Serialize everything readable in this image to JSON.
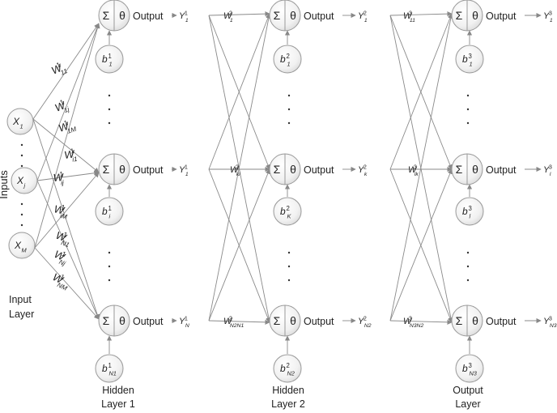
{
  "side": {
    "inputs": "Inputs",
    "input_layer": [
      "Input",
      "Layer"
    ]
  },
  "layers": [
    {
      "caption": [
        "Hidden",
        "Layer 1"
      ]
    },
    {
      "caption": [
        "Hidden",
        "Layer 2"
      ]
    },
    {
      "caption": [
        "Output",
        "Layer"
      ]
    }
  ],
  "neuron": {
    "sum": "Σ",
    "theta": "θ",
    "output": "Output"
  },
  "inputs": [
    {
      "base": "X",
      "sub": "1"
    },
    {
      "base": "X",
      "sub": "j"
    },
    {
      "base": "X",
      "sub": "M"
    }
  ],
  "biases": [
    [
      {
        "base": "b",
        "sup": "1",
        "sub": "1"
      },
      {
        "base": "b",
        "sup": "1",
        "sub": "i"
      },
      {
        "base": "b",
        "sup": "1",
        "sub": "N1"
      }
    ],
    [
      {
        "base": "b",
        "sup": "2",
        "sub": "1"
      },
      {
        "base": "b",
        "sup": "2",
        "sub": "K"
      },
      {
        "base": "b",
        "sup": "2",
        "sub": "N2"
      }
    ],
    [
      {
        "base": "b",
        "sup": "3",
        "sub": "1"
      },
      {
        "base": "b",
        "sup": "3",
        "sub": "l"
      },
      {
        "base": "b",
        "sup": "3",
        "sub": "N3"
      }
    ]
  ],
  "outputs": [
    [
      {
        "base": "Y",
        "sup": "1",
        "sub": "1"
      },
      {
        "base": "Y",
        "sup": "1",
        "sub": "1"
      },
      {
        "base": "Y",
        "sup": "1",
        "sub": "N"
      }
    ],
    [
      {
        "base": "Y",
        "sup": "2",
        "sub": "1"
      },
      {
        "base": "Y",
        "sup": "2",
        "sub": "k"
      },
      {
        "base": "Y",
        "sup": "2",
        "sub": "N2"
      }
    ],
    [
      {
        "base": "Y",
        "sup": "3",
        "sub": "1"
      },
      {
        "base": "Y",
        "sup": "3",
        "sub": "l"
      },
      {
        "base": "Y",
        "sup": "3",
        "sub": "N3"
      }
    ]
  ],
  "weights_l1": [
    {
      "base": "W",
      "sup": "1",
      "sub": "11"
    },
    {
      "base": "W",
      "sup": "1",
      "sub": "1j"
    },
    {
      "base": "W",
      "sup": "1",
      "sub": "1M"
    },
    {
      "base": "W",
      "sup": "1",
      "sub": "i1"
    },
    {
      "base": "W",
      "sup": "1",
      "sub": "ij"
    },
    {
      "base": "W",
      "sup": "1",
      "sub": "iM"
    },
    {
      "base": "W",
      "sup": "1",
      "sub": "N1"
    },
    {
      "base": "W",
      "sup": "1",
      "sub": "Nj"
    },
    {
      "base": "W",
      "sup": "1",
      "sub": "NM"
    }
  ],
  "weights_l2": [
    {
      "base": "W",
      "sup": "2",
      "sub": "1"
    },
    {
      "base": "W",
      "sup": "2",
      "sub": "ki"
    },
    {
      "base": "W",
      "sup": "2",
      "sub": "N2N1"
    }
  ],
  "weights_l3": [
    {
      "base": "W",
      "sup": "3",
      "sub": "11"
    },
    {
      "base": "W",
      "sup": "3",
      "sub": "lk"
    },
    {
      "base": "W",
      "sup": "3",
      "sub": "N3N2"
    }
  ]
}
